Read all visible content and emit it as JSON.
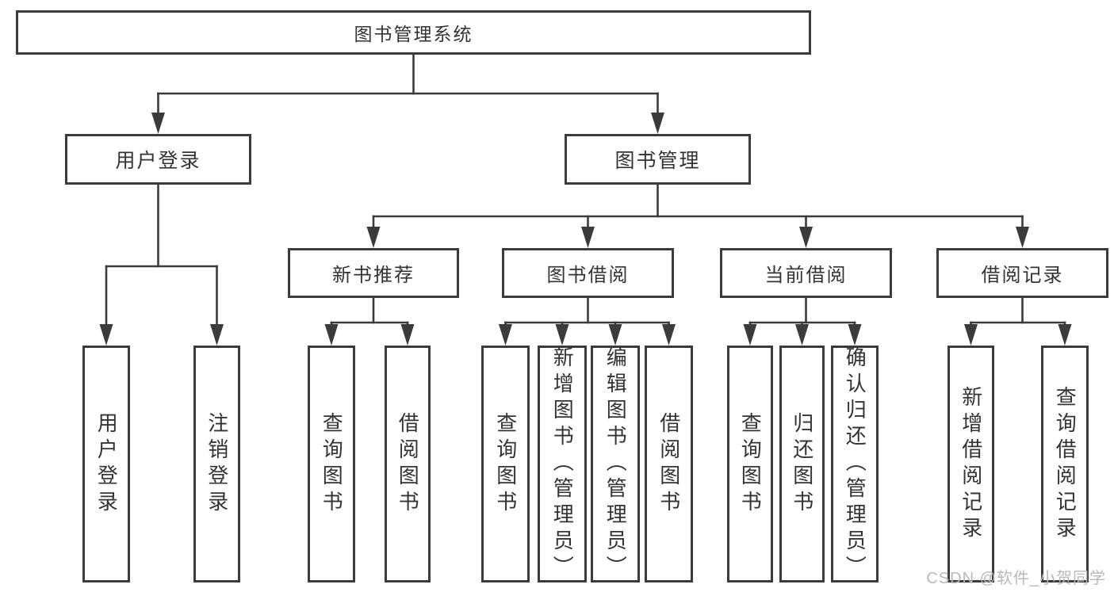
{
  "tree": {
    "root": {
      "label": "图书管理系统",
      "children": [
        {
          "label": "用户登录",
          "children": [
            {
              "label": "用户登录"
            },
            {
              "label": "注销登录"
            }
          ]
        },
        {
          "label": "图书管理",
          "children": [
            {
              "label": "新书推荐",
              "children": [
                {
                  "label": "查询图书"
                },
                {
                  "label": "借阅图书"
                }
              ]
            },
            {
              "label": "图书借阅",
              "children": [
                {
                  "label": "查询图书"
                },
                {
                  "label": "新增图书（管理员）"
                },
                {
                  "label": "编辑图书（管理员）"
                },
                {
                  "label": "借阅图书"
                }
              ]
            },
            {
              "label": "当前借阅",
              "children": [
                {
                  "label": "查询图书"
                },
                {
                  "label": "归还图书"
                },
                {
                  "label": "确认归还（管理员）"
                }
              ]
            },
            {
              "label": "借阅记录",
              "children": [
                {
                  "label": "新增借阅记录"
                },
                {
                  "label": "查询借阅记录"
                }
              ]
            }
          ]
        }
      ]
    }
  },
  "watermark": {
    "text": "CSDN @软件_小贺同学"
  },
  "colors": {
    "line": "#3b3b3b",
    "text": "#333333",
    "watermark": "#b9b9b9",
    "background": "#ffffff"
  }
}
